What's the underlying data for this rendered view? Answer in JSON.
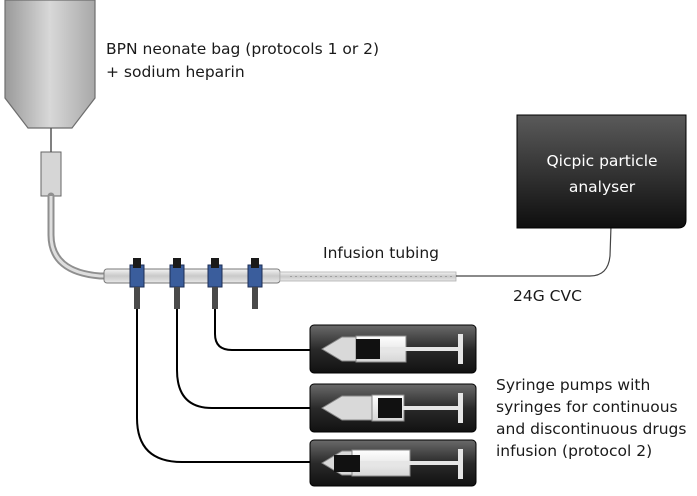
{
  "labels": {
    "bag": "BPN neonate bag (protocols 1 or 2)\n+ sodium heparin",
    "analyser": "Qicpic particle\nanalyser",
    "tubing": "Infusion tubing",
    "cvc": "24G CVC",
    "pumps": "Syringe pumps with\nsyringes for continuous\nand discontinuous drugs\ninfusion (protocol 2)"
  },
  "colors": {
    "bag_fill": "#bdbdbd",
    "analyser_fill": "#1c1c1c",
    "pump_fill": "#2a2a2a",
    "valve_blue": "#2f4f8f",
    "line": "#000000"
  }
}
